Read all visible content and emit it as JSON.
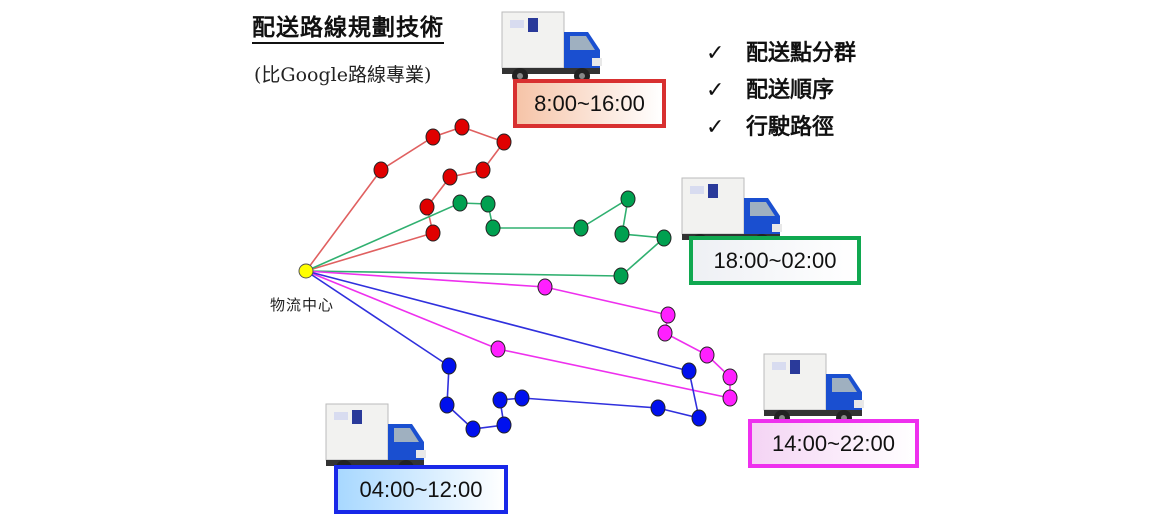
{
  "title": "配送路線規劃技術",
  "subtitle": "(比Google路線專業)",
  "checklist": [
    {
      "mark": "✓",
      "label": "配送點分群"
    },
    {
      "mark": "✓",
      "label": "配送順序"
    },
    {
      "mark": "✓",
      "label": "行駛路徑"
    }
  ],
  "depot": {
    "label": "物流中心",
    "color": "#ffff00"
  },
  "routes": [
    {
      "name": "red",
      "color": "#e00000",
      "line": "#e06060",
      "time": "8:00~16:00"
    },
    {
      "name": "green",
      "color": "#00a050",
      "line": "#30b070",
      "time": "18:00~02:00"
    },
    {
      "name": "magenta",
      "color": "#ff20ff",
      "line": "#ee30ee",
      "time": "14:00~22:00"
    },
    {
      "name": "blue",
      "color": "#0010ee",
      "line": "#3030dd",
      "time": "04:00~12:00"
    }
  ]
}
